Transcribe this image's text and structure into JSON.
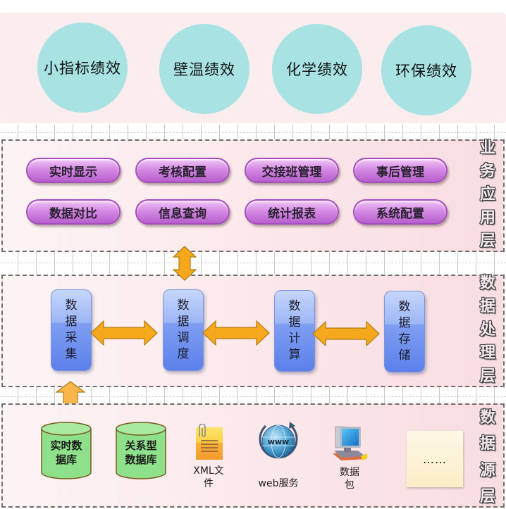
{
  "performance_layer": {
    "circles": [
      {
        "label": "小指标绩效"
      },
      {
        "label": "壁温绩效"
      },
      {
        "label": "化学绩效"
      },
      {
        "label": "环保绩效"
      }
    ]
  },
  "business_layer": {
    "title_chars": [
      "业",
      "务",
      "应",
      "用",
      "层"
    ],
    "buttons": [
      {
        "label": "实时显示"
      },
      {
        "label": "考核配置"
      },
      {
        "label": "交接班管理"
      },
      {
        "label": "事后管理"
      },
      {
        "label": "数据对比"
      },
      {
        "label": "信息查询"
      },
      {
        "label": "统计报表"
      },
      {
        "label": "系统配置"
      }
    ]
  },
  "processing_layer": {
    "title_chars": [
      "数",
      "据",
      "处",
      "理",
      "层"
    ],
    "boxes": [
      {
        "chars": [
          "数",
          "据",
          "采",
          "集"
        ]
      },
      {
        "chars": [
          "数",
          "据",
          "调",
          "度"
        ]
      },
      {
        "chars": [
          "数",
          "据",
          "计",
          "算"
        ]
      },
      {
        "chars": [
          "数",
          "据",
          "存",
          "储"
        ]
      }
    ]
  },
  "source_layer": {
    "title_chars": [
      "数",
      "据",
      "源",
      "层"
    ],
    "databases": [
      {
        "lines": [
          "实时数",
          "据库"
        ]
      },
      {
        "lines": [
          "关系型",
          "数据库"
        ]
      }
    ],
    "xml_file": {
      "icon": "xml-document-icon",
      "lines": [
        "XML文",
        "件"
      ]
    },
    "web_service": {
      "icon": "www-globe-icon",
      "globe_text": "www",
      "lines": [
        "web服务"
      ]
    },
    "data_packet": {
      "icon": "computer-icon",
      "lines": [
        "数据",
        "包"
      ]
    },
    "more": {
      "label": "……"
    }
  },
  "colors": {
    "circle": "#a8e2e3",
    "pill": "#d58ae4",
    "proc_box": "#7f9ef2",
    "arrow": "#f5a81c",
    "database": "#8fe08a",
    "panel": "#fbecee"
  }
}
